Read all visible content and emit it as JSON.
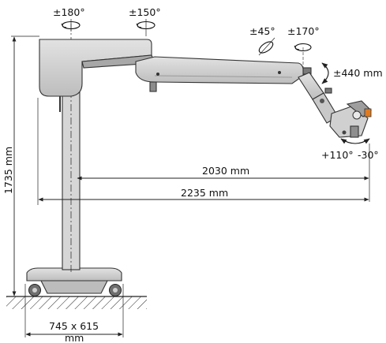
{
  "rotation_labels": {
    "column": "±180°",
    "arm_joint": "±150°",
    "tilt": "±45°",
    "swivel": "±170°"
  },
  "travel_label": "±440 mm",
  "head_tilt_labels": {
    "forward": "+110°",
    "backward": "-30°"
  },
  "dimensions": {
    "height": "1735 mm",
    "reach_arm": "2030 mm",
    "reach_total": "2235 mm",
    "base_line1": "745 x 615",
    "base_line2": "mm"
  },
  "colors": {
    "body_fill": "#d4d4d4",
    "body_dark": "#8c8c8c",
    "line": "#222222",
    "accent_orange": "#e07b20"
  }
}
